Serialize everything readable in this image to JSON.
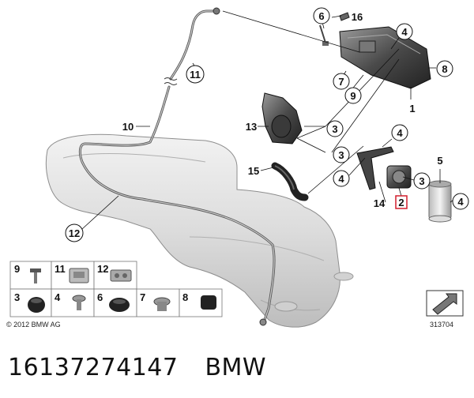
{
  "diagram": {
    "copyright": "© 2012 BMW AG",
    "figure_id": "313704",
    "callouts": {
      "c6": "6",
      "c16": "16",
      "c4a": "4",
      "c8": "8",
      "c11": "11",
      "c7": "7",
      "c9": "9",
      "c1": "1",
      "c10": "10",
      "c13": "13",
      "c3a": "3",
      "c4b": "4",
      "c3b": "3",
      "c15": "15",
      "c4c": "4",
      "c5": "5",
      "c3c": "3",
      "c4d": "4",
      "c14": "14",
      "c2": "2",
      "c12": "12"
    },
    "legend": {
      "row1": [
        "9",
        "11",
        "12"
      ],
      "row2": [
        "3",
        "4",
        "6",
        "7",
        "8"
      ]
    }
  },
  "footer": {
    "part_number": "16137274147",
    "brand": "BMW"
  }
}
